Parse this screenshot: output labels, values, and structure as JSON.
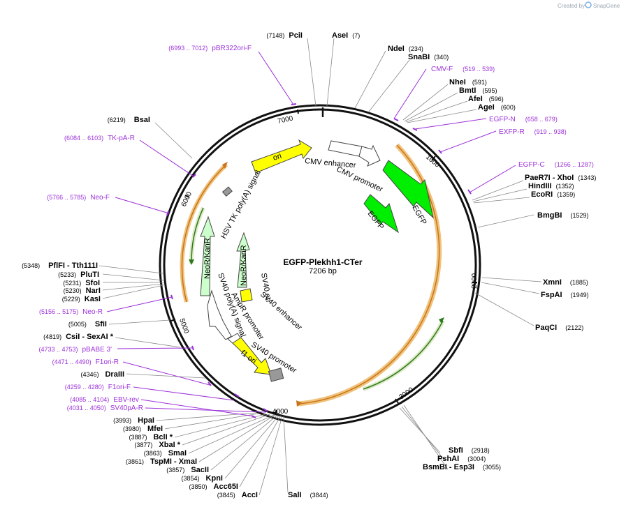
{
  "brand": {
    "created_by": "Created by",
    "name": "SnapGene"
  },
  "plasmid": {
    "name": "EGFP-Plekhh1-CTer",
    "length": "7206 bp"
  },
  "ticks": [
    "1000",
    "2000",
    "3000",
    "4000",
    "5000",
    "6000",
    "7000"
  ],
  "features": [
    "ori",
    "CMV enhancer",
    "CMV promoter",
    "EGFP",
    "EGFP",
    "HSV TK poly(A) signal",
    "NeoR/KanR",
    "NeoR/KanR",
    "SV40 ori",
    "SV40 enhancer",
    "AmpR promoter",
    "SV40 promoter",
    "SV40 poly(A) signal",
    "f1 ori"
  ],
  "right_sites": [
    {
      "name": "AseI",
      "pos": "(7)"
    },
    {
      "name": "NdeI",
      "pos": "(234)"
    },
    {
      "name": "SnaBI",
      "pos": "(340)"
    },
    {
      "name": "NheI",
      "pos": "(591)"
    },
    {
      "name": "BmtI",
      "pos": "(595)"
    },
    {
      "name": "AfeI",
      "pos": "(596)"
    },
    {
      "name": "AgeI",
      "pos": "(600)"
    },
    {
      "name": "PaeR7I",
      "sep": " - ",
      "name2": "XhoI",
      "pos": "(1343)"
    },
    {
      "name": "HindIII",
      "pos": "(1352)"
    },
    {
      "name": "EcoRI",
      "pos": "(1359)"
    },
    {
      "name": "BmgBI",
      "pos": "(1529)"
    },
    {
      "name": "XmnI",
      "pos": "(1885)"
    },
    {
      "name": "FspAI",
      "pos": "(1949)"
    },
    {
      "name": "PaqCI",
      "pos": "(2122)"
    },
    {
      "name": "SbfI",
      "pos": "(2918)"
    },
    {
      "name": "PshAI",
      "pos": "(3004)"
    },
    {
      "name": "BsmBI",
      "sep": " - ",
      "name2": "Esp3I",
      "pos": "(3055)"
    }
  ],
  "left_sites": [
    {
      "name": "PciI",
      "pos": "(7148)"
    },
    {
      "name": "BsaI",
      "pos": "(6219)"
    },
    {
      "name": "PflFI",
      "sep": " - ",
      "name2": "Tth111I",
      "pos": "(5348)"
    },
    {
      "name": "PluTI",
      "pos": "(5233)"
    },
    {
      "name": "SfoI",
      "pos": "(5231)"
    },
    {
      "name": "NarI",
      "pos": "(5230)"
    },
    {
      "name": "KasI",
      "pos": "(5229)"
    },
    {
      "name": "SfiI",
      "pos": "(5005)"
    },
    {
      "name": "CsiI",
      "sep": " - ",
      "name2": "SexAI *",
      "pos": "(4819)"
    },
    {
      "name": "DraIII",
      "pos": "(4346)"
    },
    {
      "name": "HpaI",
      "pos": "(3993)"
    },
    {
      "name": "MfeI",
      "pos": "(3980)"
    },
    {
      "name": "BclI *",
      "pos": "(3887)"
    },
    {
      "name": "XbaI *",
      "pos": "(3877)"
    },
    {
      "name": "SmaI",
      "pos": "(3863)"
    },
    {
      "name": "TspMI",
      "sep": " - ",
      "name2": "XmaI",
      "pos": "(3861)"
    },
    {
      "name": "SacII",
      "pos": "(3857)"
    },
    {
      "name": "KpnI",
      "pos": "(3854)"
    },
    {
      "name": "Acc65I",
      "pos": "(3850)"
    },
    {
      "name": "AccI",
      "pos": "(3845)"
    },
    {
      "name": "SalI",
      "pos": "(3844)"
    }
  ],
  "primers": [
    {
      "name": "pBR322ori-F",
      "pos": "(6993 .. 7012)"
    },
    {
      "name": "CMV-F",
      "pos": "(519 .. 539)"
    },
    {
      "name": "EGFP-N",
      "pos": "(658 .. 679)"
    },
    {
      "name": "EXFP-R",
      "pos": "(919 .. 938)"
    },
    {
      "name": "EGFP-C",
      "pos": "(1266 .. 1287)"
    },
    {
      "name": "TK-pA-R",
      "pos": "(6084 .. 6103)"
    },
    {
      "name": "Neo-F",
      "pos": "(5766 .. 5785)"
    },
    {
      "name": "Neo-R",
      "pos": "(5156 .. 5175)"
    },
    {
      "name": "pBABE 3'",
      "pos": "(4733 .. 4753)"
    },
    {
      "name": "F1ori-R",
      "pos": "(4471 .. 4490)"
    },
    {
      "name": "F1ori-F",
      "pos": "(4259 .. 4280)"
    },
    {
      "name": "EBV-rev",
      "pos": "(4085 .. 4104)"
    },
    {
      "name": "SV40pA-R",
      "pos": "(4031 .. 4050)"
    }
  ],
  "colors": {
    "primer": "#9b30d8",
    "green": "#00ee00",
    "yellow": "#ffff00",
    "light_green": "#ccffcc",
    "orf": "#f0c27a"
  }
}
